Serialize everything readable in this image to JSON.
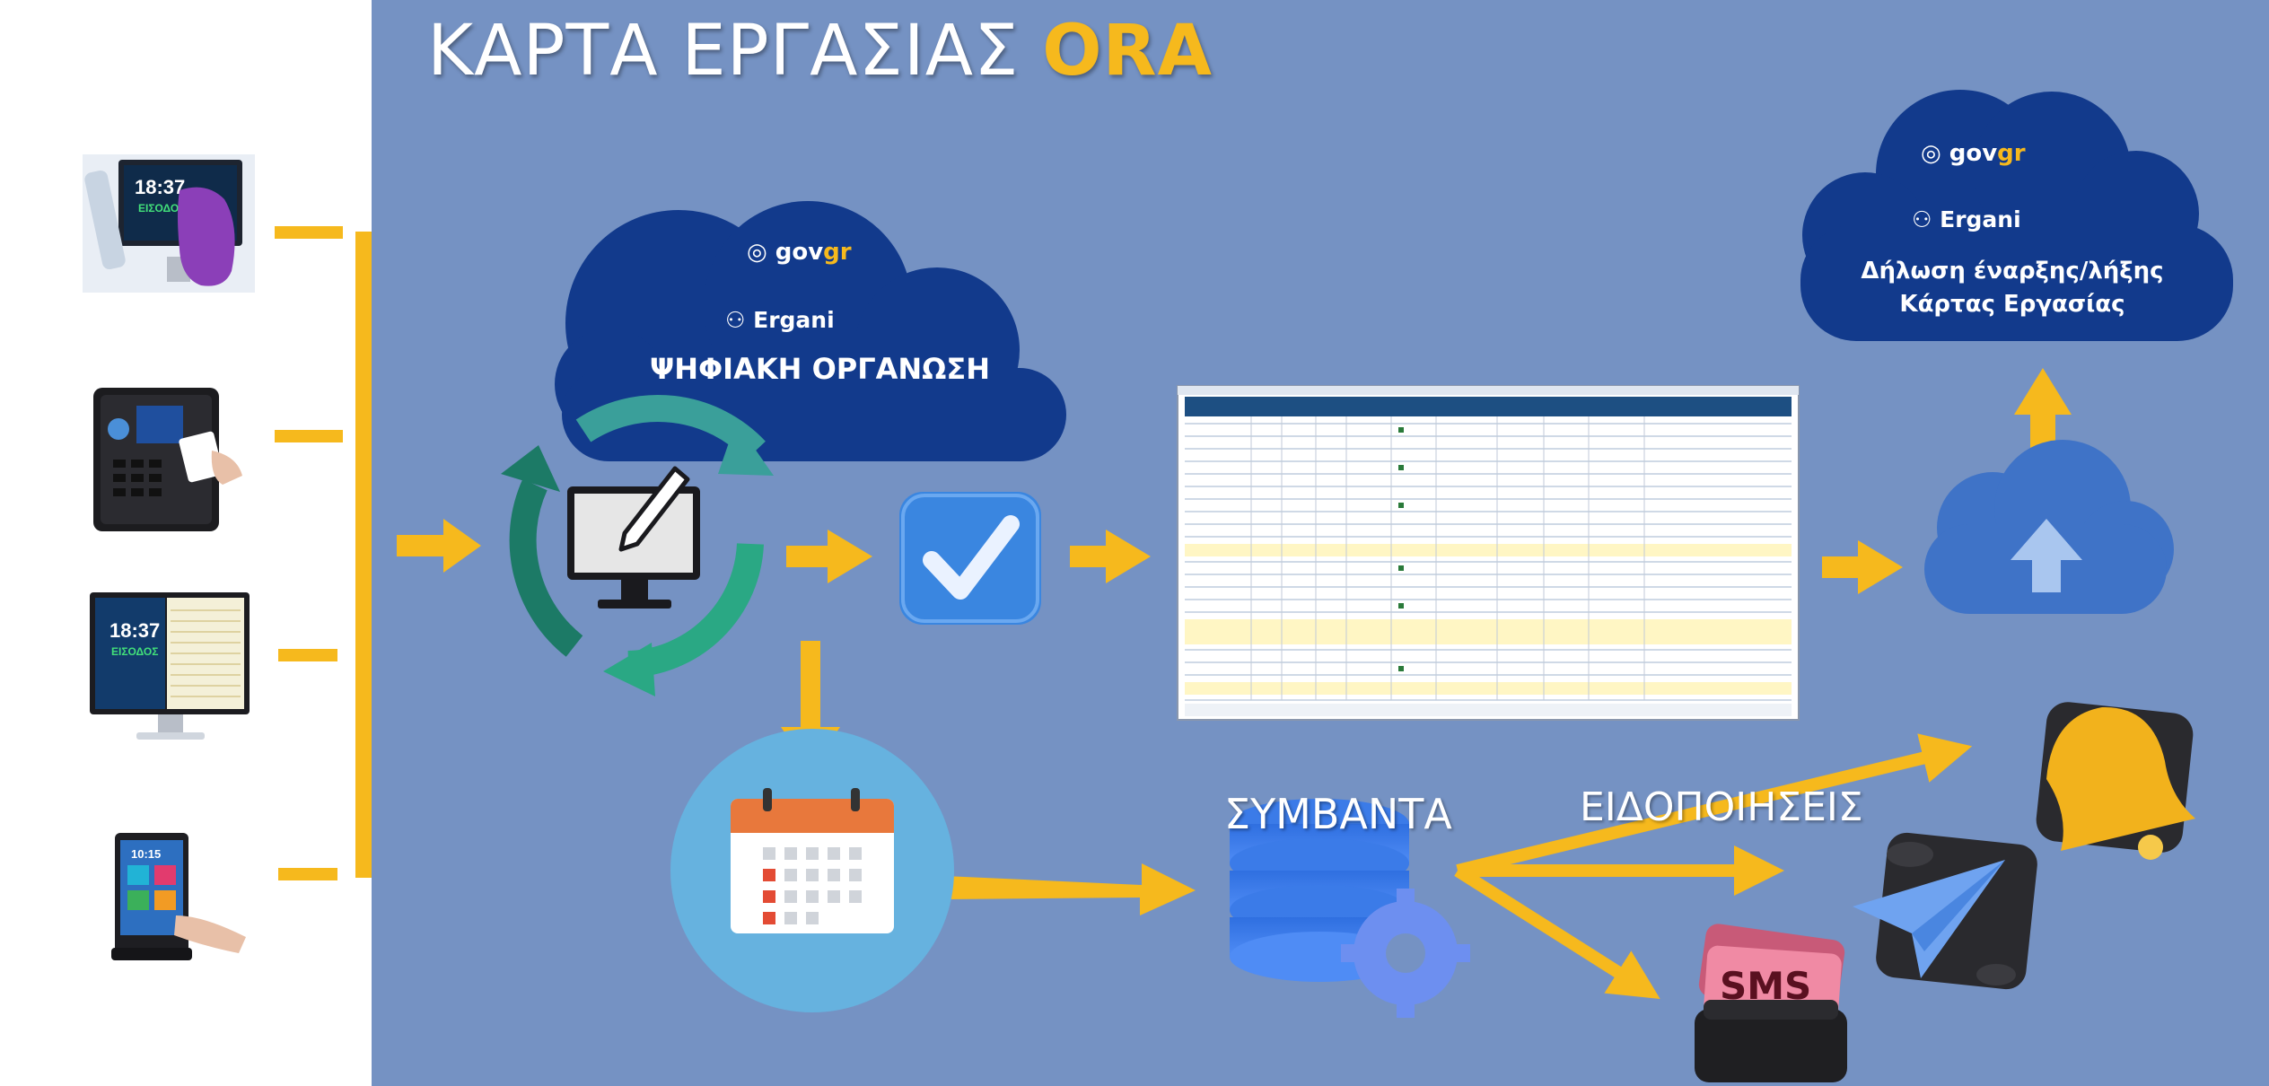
{
  "title": {
    "main": "ΚΑΡΤΑ ΕΡΓΑΣΙΑΣ ",
    "accent": "ORA"
  },
  "cloud_left": {
    "gov_prefix": "gov",
    "gov_suffix": "gr",
    "ergani": "Ergani",
    "label": "ΨΗΦΙΑΚΗ ΟΡΓΑΝΩΣΗ"
  },
  "cloud_right": {
    "gov_prefix": "gov",
    "gov_suffix": "gr",
    "ergani": "Ergani",
    "line1": "Δήλωση έναρξης/λήξης",
    "line2": "Κάρτας Εργασίας"
  },
  "events_label": "ΣΥΜΒΑΝΤΑ",
  "notifications_label": "ΕΙΔΟΠΟΙΗΣΕΙΣ",
  "sms_label": "SMS",
  "terminals": [
    {
      "name": "card-reader-terminal",
      "time": "18:37",
      "label": "ΕΙΣΟΔΟΣ"
    },
    {
      "name": "fingerprint-terminal"
    },
    {
      "name": "desktop-terminal",
      "time": "18:37",
      "label": "ΕΙΣΟΔΟΣ"
    },
    {
      "name": "tablet-terminal",
      "time": "10:15"
    }
  ],
  "colors": {
    "background": "#7592c3",
    "accent": "#f6b91d",
    "cloud": "#123a8c",
    "checkbox": "#3a86e0"
  },
  "icons": [
    "computer-edit-icon",
    "sync-arrows-icon",
    "check-icon",
    "calendar-icon",
    "database-gear-icon",
    "cloud-upload-icon",
    "bell-icon",
    "paper-plane-icon",
    "sms-icon",
    "spreadsheet-screenshot"
  ]
}
